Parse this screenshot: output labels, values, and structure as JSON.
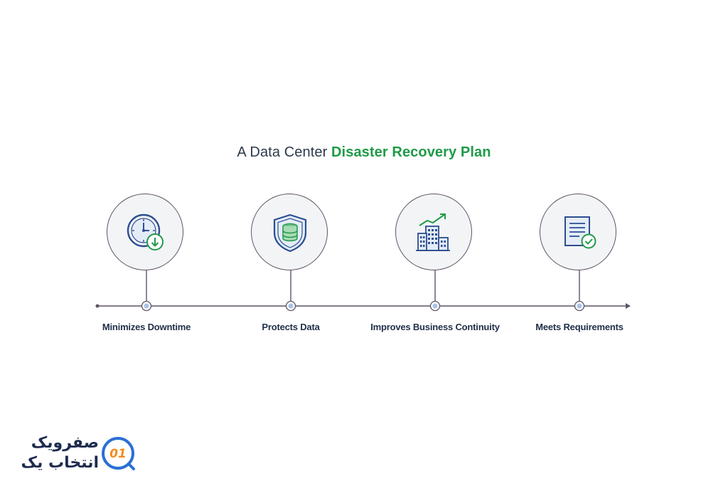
{
  "title": {
    "prefix": "A Data Center ",
    "highlight": "Disaster Recovery Plan"
  },
  "steps": [
    {
      "label": "Minimizes Downtime",
      "icon": "clock-download-icon"
    },
    {
      "label": "Protects Data",
      "icon": "shield-database-icon"
    },
    {
      "label": "Improves Business Continuity",
      "icon": "buildings-growth-icon"
    },
    {
      "label": "Meets Requirements",
      "icon": "document-check-icon"
    }
  ],
  "logo": {
    "line1": "صفرویک",
    "line2": "انتخاب یک",
    "mark_text": "01"
  },
  "colors": {
    "accent": "#1f9a48",
    "icon_blue": "#2c4f8f",
    "node_fill": "#aac3e8",
    "line": "#5d5468"
  }
}
